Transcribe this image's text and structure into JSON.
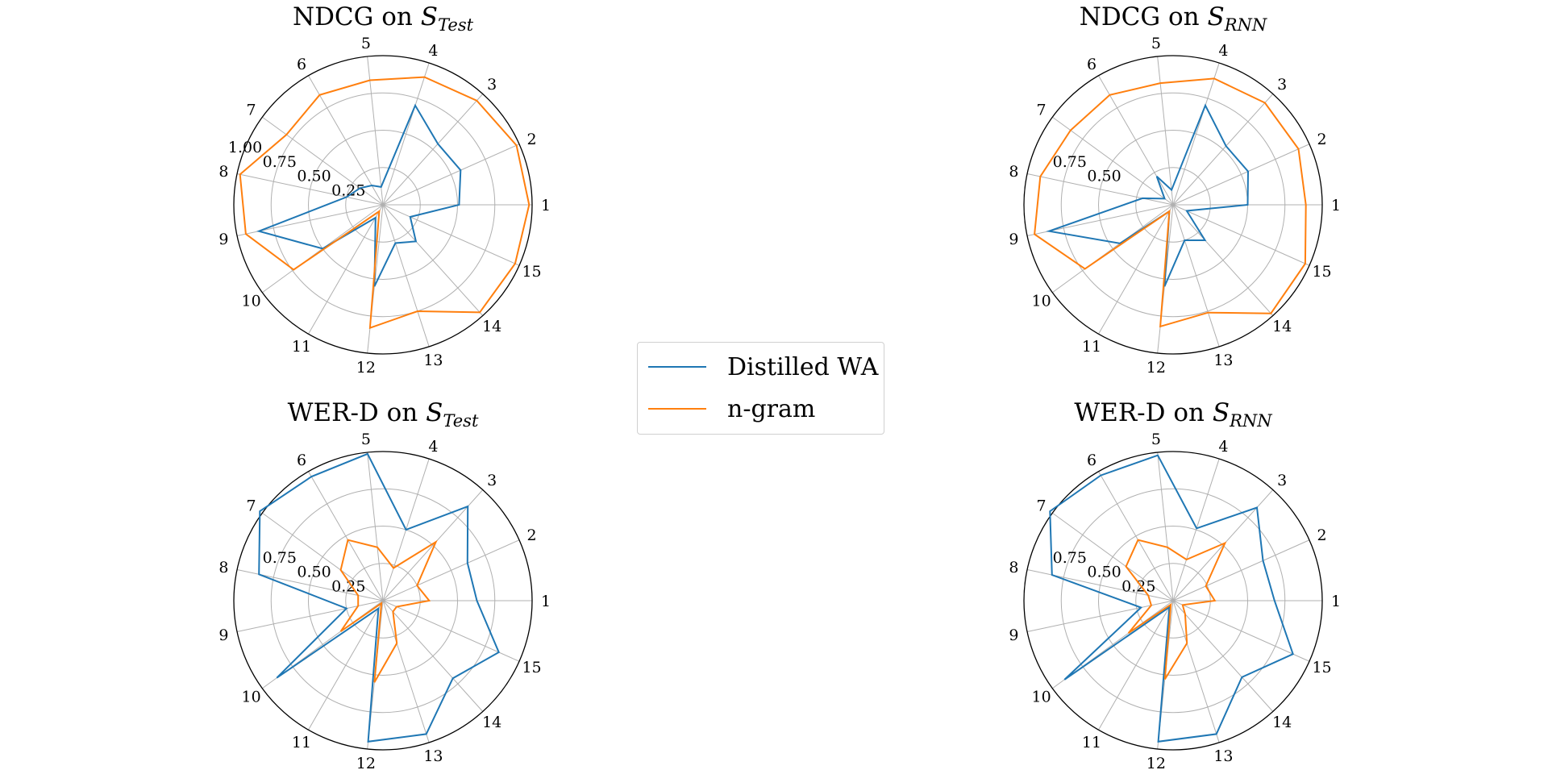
{
  "legend": [
    {
      "label": "Distilled WA",
      "color": "#1f77b4"
    },
    {
      "label": "n-gram",
      "color": "#ff7f0e"
    }
  ],
  "chart_data": [
    {
      "type": "radar",
      "title_main": "NDCG on ",
      "title_var": "S",
      "title_sub": "Test",
      "categories": [
        "1",
        "2",
        "3",
        "4",
        "5",
        "6",
        "7",
        "8",
        "9",
        "10",
        "11",
        "12",
        "13",
        "14",
        "15"
      ],
      "rlim": [
        0,
        1.0
      ],
      "rticks": [
        "0.25",
        "0.50",
        "0.75",
        "1.00"
      ],
      "rtick_values": [
        0.25,
        0.5,
        0.75,
        1.0
      ],
      "grid": true,
      "series": [
        {
          "name": "Distilled WA",
          "values": [
            0.51,
            0.57,
            0.55,
            0.7,
            0.12,
            0.15,
            0.19,
            0.25,
            0.85,
            0.5,
            0.1,
            0.55,
            0.27,
            0.33,
            0.2
          ]
        },
        {
          "name": "n-gram",
          "values": [
            0.98,
            0.98,
            0.94,
            0.9,
            0.84,
            0.85,
            0.8,
            0.98,
            0.94,
            0.74,
            0.05,
            0.83,
            0.75,
            0.97,
            0.97
          ]
        }
      ]
    },
    {
      "type": "radar",
      "title_main": "NDCG on ",
      "title_var": "S",
      "title_sub": "RNN",
      "categories": [
        "1",
        "2",
        "3",
        "4",
        "5",
        "6",
        "7",
        "8",
        "9",
        "10",
        "11",
        "12",
        "13",
        "14",
        "15"
      ],
      "rlim": [
        0,
        1.0
      ],
      "rticks": [
        "0.50",
        "0.75"
      ],
      "rtick_values": [
        0.5,
        0.75
      ],
      "grid": true,
      "series": [
        {
          "name": "Distilled WA",
          "values": [
            0.5,
            0.55,
            0.53,
            0.7,
            0.1,
            0.22,
            0.07,
            0.21,
            0.85,
            0.44,
            0.05,
            0.55,
            0.25,
            0.32,
            0.1
          ]
        },
        {
          "name": "n-gram",
          "values": [
            0.89,
            0.92,
            0.92,
            0.89,
            0.82,
            0.85,
            0.85,
            0.91,
            0.95,
            0.73,
            0.05,
            0.82,
            0.76,
            0.98,
            0.97
          ]
        }
      ]
    },
    {
      "type": "radar",
      "title_main": "WER-D on ",
      "title_var": "S",
      "title_sub": "Test",
      "categories": [
        "1",
        "2",
        "3",
        "4",
        "5",
        "6",
        "7",
        "8",
        "9",
        "10",
        "11",
        "12",
        "13",
        "14",
        "15"
      ],
      "rlim": [
        0,
        1.0
      ],
      "rticks": [
        "0.25",
        "0.50",
        "0.75"
      ],
      "rtick_values": [
        0.25,
        0.5,
        0.75,
        1.0
      ],
      "grid": true,
      "series": [
        {
          "name": "Distilled WA",
          "values": [
            0.63,
            0.62,
            0.85,
            0.5,
            0.99,
            0.96,
            1.02,
            0.85,
            0.25,
            0.88,
            0.06,
            0.95,
            0.94,
            0.7,
            0.85
          ]
        },
        {
          "name": "n-gram",
          "values": [
            0.31,
            0.25,
            0.53,
            0.23,
            0.36,
            0.47,
            0.35,
            0.17,
            0.17,
            0.35,
            0.02,
            0.55,
            0.3,
            0.1,
            0.1
          ]
        }
      ]
    },
    {
      "type": "radar",
      "title_main": "WER-D on ",
      "title_var": "S",
      "title_sub": "RNN",
      "categories": [
        "1",
        "2",
        "3",
        "4",
        "5",
        "6",
        "7",
        "8",
        "9",
        "10",
        "11",
        "12",
        "13",
        "14",
        "15"
      ],
      "rlim": [
        0,
        1.0
      ],
      "rticks": [
        "0.25",
        "0.50",
        "0.75"
      ],
      "rtick_values": [
        0.25,
        0.5,
        0.75,
        1.0
      ],
      "grid": true,
      "series": [
        {
          "name": "Distilled WA",
          "values": [
            0.68,
            0.66,
            0.84,
            0.51,
            0.98,
            0.97,
            1.02,
            0.83,
            0.22,
            0.9,
            0.05,
            0.95,
            0.94,
            0.69,
            0.88
          ]
        },
        {
          "name": "n-gram",
          "values": [
            0.28,
            0.24,
            0.52,
            0.29,
            0.36,
            0.47,
            0.39,
            0.17,
            0.15,
            0.37,
            0.03,
            0.53,
            0.3,
            0.12,
            0.07
          ]
        }
      ]
    }
  ]
}
